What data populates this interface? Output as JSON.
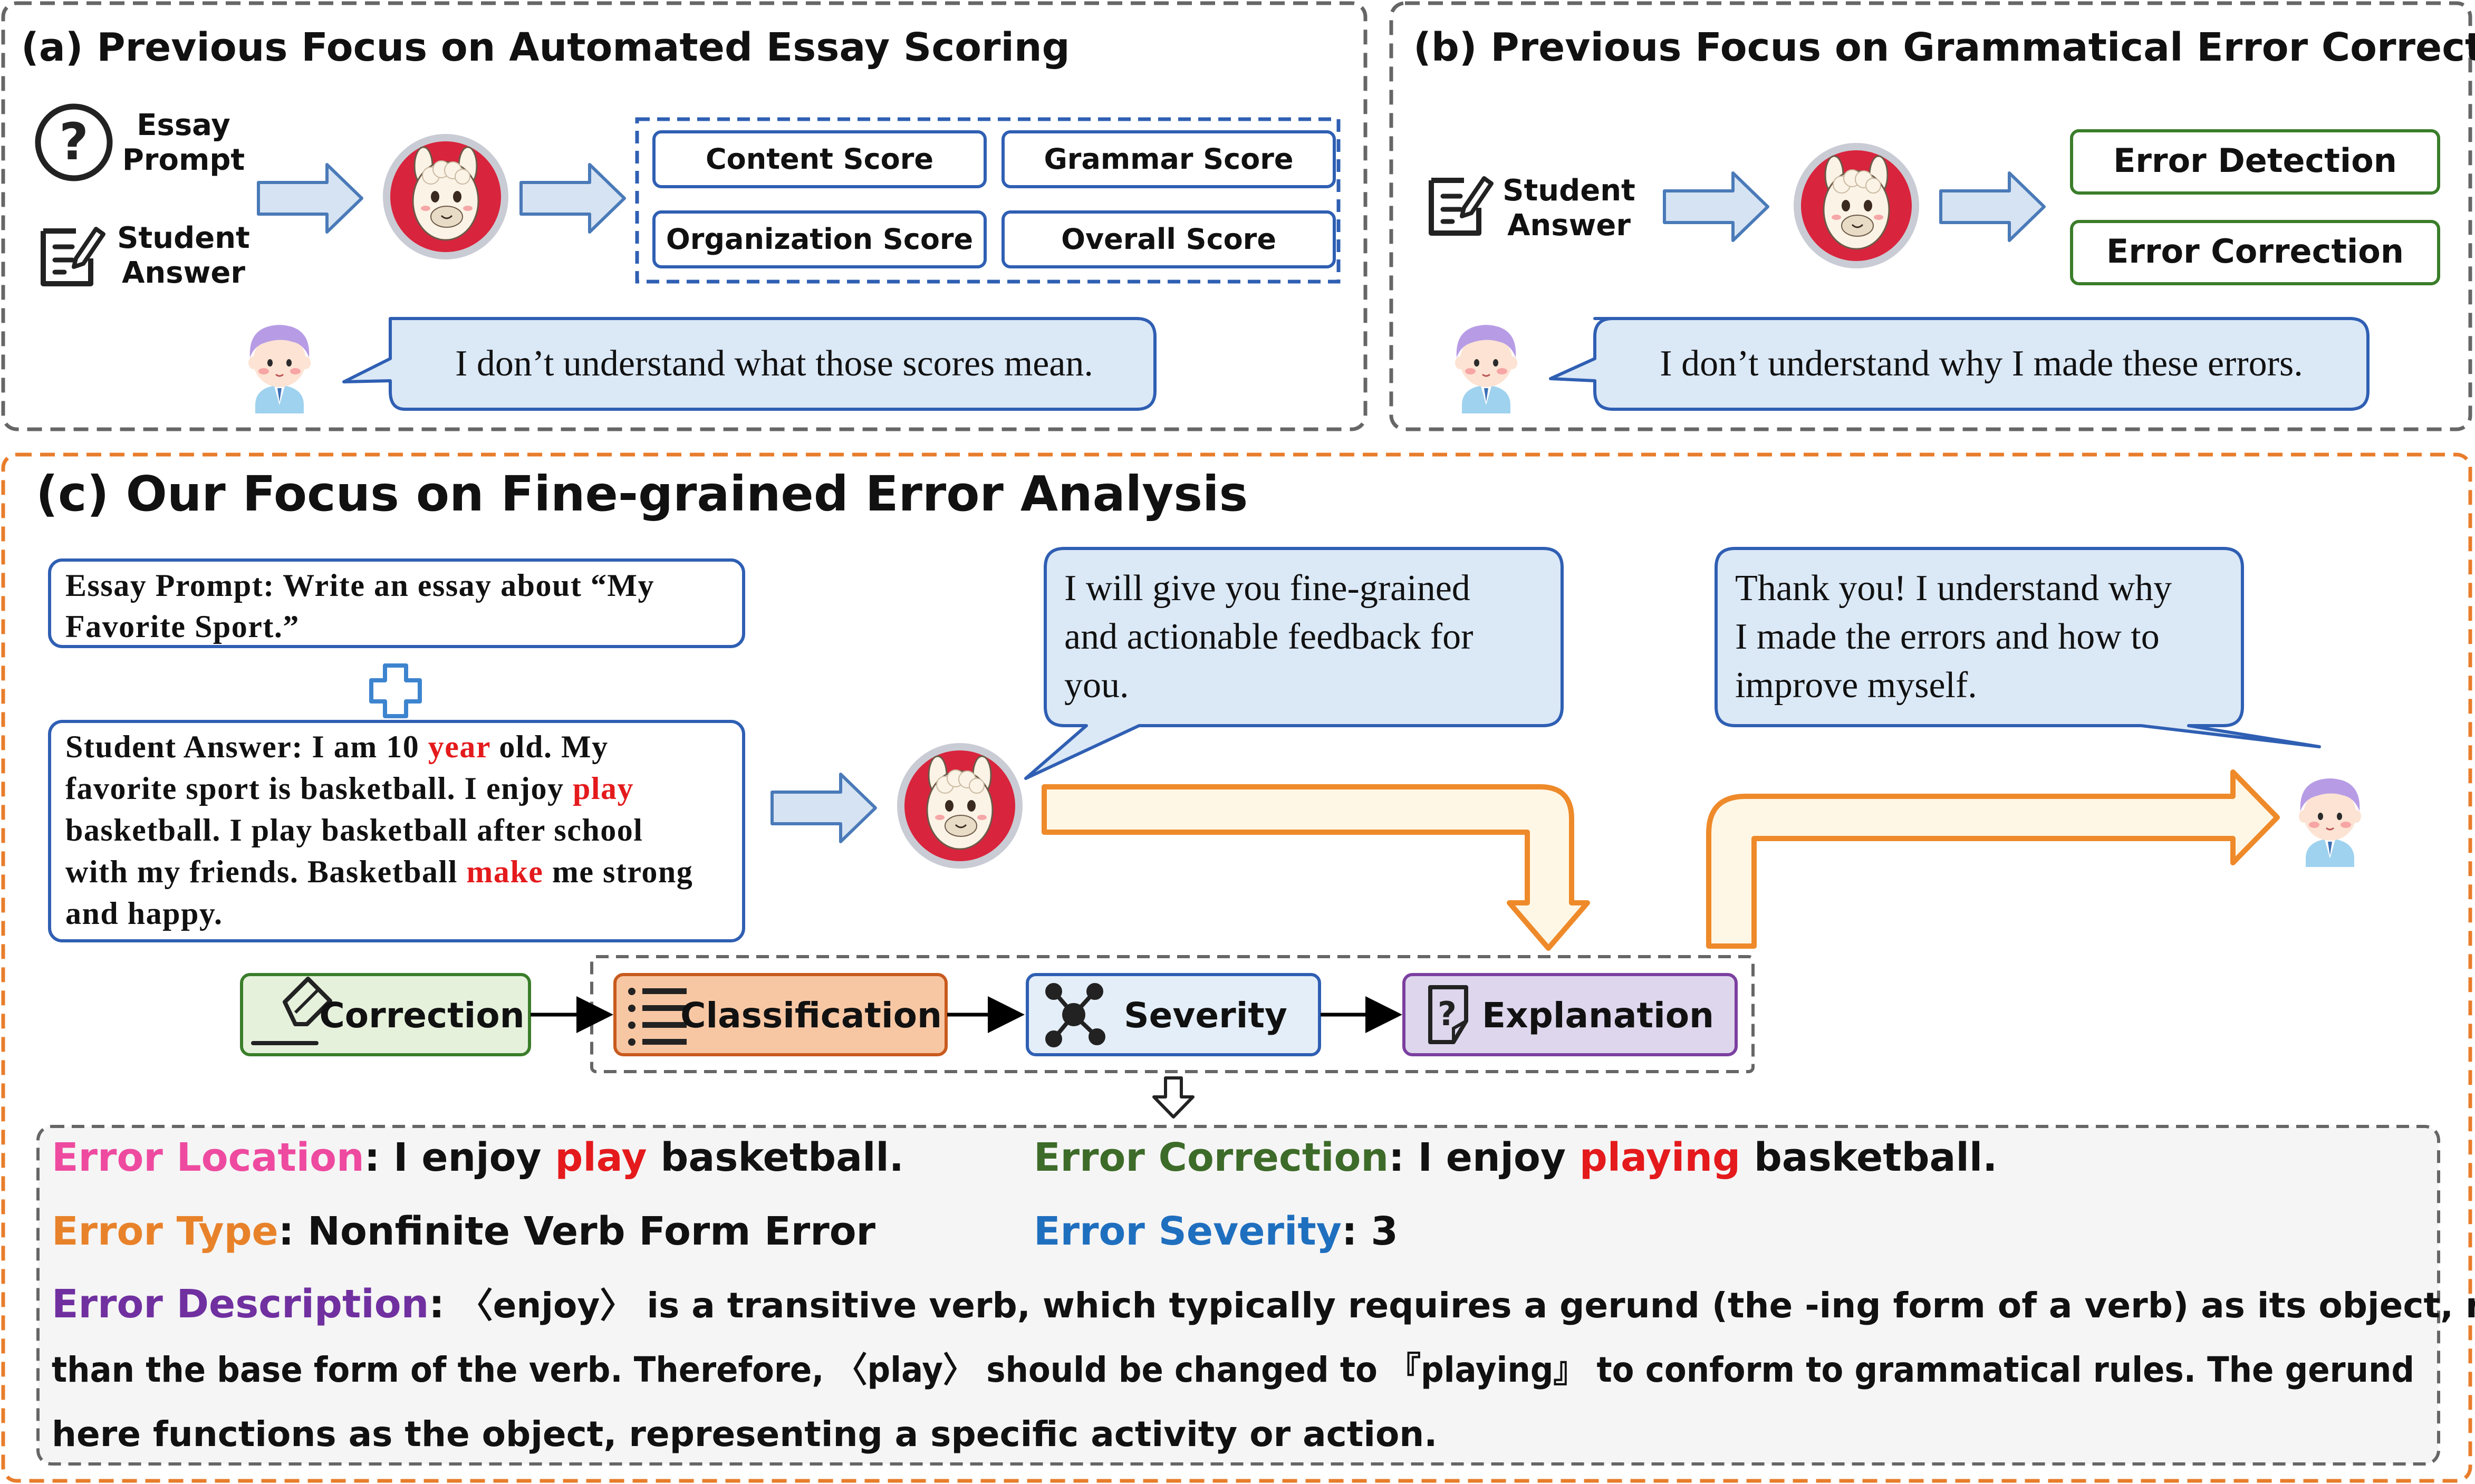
{
  "colors": {
    "panel_border_gray": "#666666",
    "panel_border_orange": "#e87d2b",
    "blue_box": "#2f5fb3",
    "blue_fill": "#dbe8f6",
    "arrow_fill": "#d6e3f3",
    "arrow_stroke": "#4a7ab8",
    "green_box": "#3a7d2a",
    "llama_red": "#d9243d",
    "orange_arrow_fill": "#fff7e6",
    "orange_arrow_stroke": "#ee8a2a",
    "correction_fill": "#e6f1dc",
    "classification_fill": "#f7c7a4",
    "severity_fill": "#e4eef8",
    "explanation_fill": "#ddd6ec",
    "explanation_stroke": "#7b3fa0",
    "error_red": "#e41a1c",
    "loc_pink": "#ee4aa0",
    "type_orange": "#e8822a",
    "corr_green": "#3d6b29",
    "sev_blue": "#1f6fbf",
    "desc_purple": "#7030a0"
  },
  "panel_a": {
    "title": "(a) Previous Focus on Automated Essay Scoring",
    "essay_prompt": [
      "Essay",
      "Prompt"
    ],
    "student_answer": [
      "Student",
      "Answer"
    ],
    "scores": [
      "Content Score",
      "Grammar Score",
      "Organization Score",
      "Overall Score"
    ],
    "speech": "I don’t understand what those scores mean."
  },
  "panel_b": {
    "title": "(b) Previous Focus on Grammatical Error Correction",
    "student_answer": [
      "Student",
      "Answer"
    ],
    "outputs": [
      "Error Detection",
      "Error Correction"
    ],
    "speech": "I don’t understand why I made these errors."
  },
  "panel_c": {
    "title": "(c) Our Focus on Fine-grained Error Analysis",
    "essay_prompt": [
      "Essay Prompt: Write an essay about “My",
      "Favorite Sport.”"
    ],
    "student_answer_lines": [
      [
        {
          "t": "Student Answer: I am 10 ",
          "e": false
        },
        {
          "t": "year",
          "e": true
        },
        {
          "t": " old. My",
          "e": false
        }
      ],
      [
        {
          "t": "favorite sport is basketball. I enjoy ",
          "e": false
        },
        {
          "t": "play",
          "e": true
        }
      ],
      [
        {
          "t": "basketball. I play basketball after school",
          "e": false
        }
      ],
      [
        {
          "t": "with my friends. Basketball ",
          "e": false
        },
        {
          "t": "make",
          "e": true
        },
        {
          "t": " me strong",
          "e": false
        }
      ],
      [
        {
          "t": "and happy.",
          "e": false
        }
      ]
    ],
    "model_speech": [
      "I will give you fine-grained",
      "and actionable feedback for",
      "you."
    ],
    "student_speech": [
      "Thank you! I understand why",
      "I made the errors and how to",
      "improve myself."
    ],
    "pipeline": [
      "Correction",
      "Classification",
      "Severity",
      "Explanation"
    ],
    "result": {
      "location_label": "Error Location",
      "location_parts": [
        {
          "t": "I enjoy ",
          "e": false
        },
        {
          "t": "play",
          "e": true
        },
        {
          "t": " basketball.",
          "e": false
        }
      ],
      "correction_label": "Error Correction",
      "correction_parts": [
        {
          "t": "I enjoy ",
          "e": false
        },
        {
          "t": "playing",
          "e": true
        },
        {
          "t": " basketball.",
          "e": false
        }
      ],
      "type_label": "Error Type",
      "type_value": "Nonfinite Verb Form Error",
      "severity_label": "Error Severity",
      "severity_value": "3",
      "description_label": "Error Description",
      "description_lines": [
        "〈enjoy〉 is a transitive verb, which typically requires a gerund (the -ing form of a verb) as its object, rather",
        "than the base form of the verb. Therefore, 〈play〉 should be changed to 『playing』 to conform to grammatical rules. The gerund",
        "here functions as the object, representing a specific activity or action."
      ]
    }
  }
}
